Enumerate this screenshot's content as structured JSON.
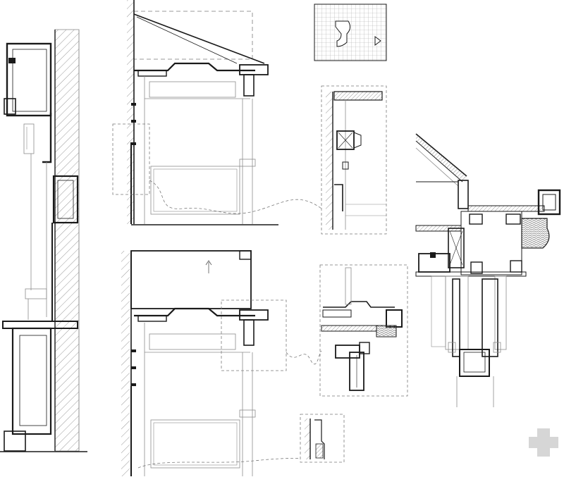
{
  "drawing": {
    "kind": "architectural-section-details",
    "line_color": "#1a1a1a",
    "light_line_color": "#8c8c8c",
    "hatch_color": "#9a9a9a",
    "dashed_color": "#7a7a7a",
    "watermark_color": "#d6d6d6",
    "background": "#ffffff"
  },
  "panels": [
    {
      "name": "full-height-wall-section",
      "description_shown": false
    },
    {
      "name": "upper-section-detail"
    },
    {
      "name": "lower-section-detail"
    },
    {
      "name": "grid-reference-inset"
    },
    {
      "name": "enlarged-detail-upper"
    },
    {
      "name": "enlarged-detail-middle"
    },
    {
      "name": "enlarged-detail-small"
    },
    {
      "name": "large-eave-detail"
    }
  ],
  "watermark": {
    "icon": "plus-watermark-icon"
  }
}
